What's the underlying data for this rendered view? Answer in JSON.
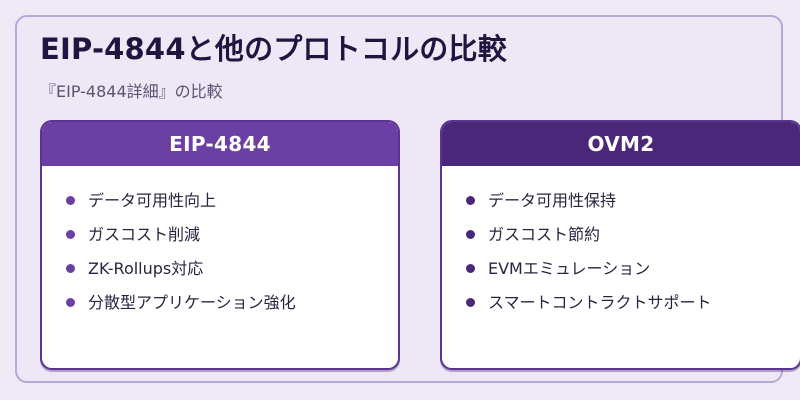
{
  "header": {
    "title": "EIP-4844と他のプロトコルの比較",
    "subtitle": "『EIP-4844詳細』の比較"
  },
  "panels": [
    {
      "name": "EIP-4844",
      "items": [
        "データ可用性向上",
        "ガスコスト削減",
        "ZK-Rollups対応",
        "分散型アプリケーション強化"
      ]
    },
    {
      "name": "OVM2",
      "items": [
        "データ可用性保持",
        "ガスコスト節約",
        "EVMエミュレーション",
        "スマートコントラクトサポート"
      ]
    }
  ],
  "colors": {
    "accent_primary": "#6b3fa3",
    "accent_dark": "#4a2778",
    "title_text": "#1f1640",
    "background": "#ede7f6"
  }
}
